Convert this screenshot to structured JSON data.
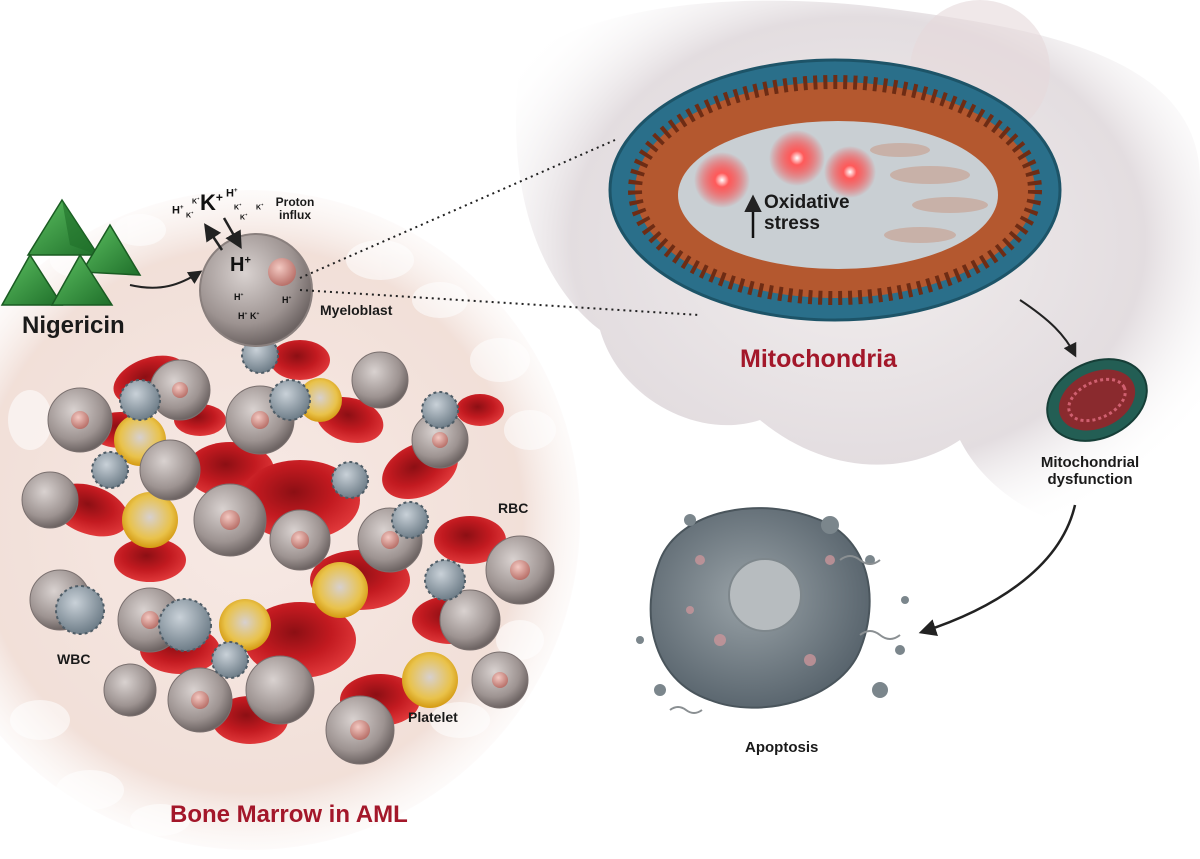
{
  "labels": {
    "nigericin": "Nigericin",
    "proton_influx": "Proton influx",
    "myeloblast": "Myeloblast",
    "mitochondria": "Mitochondria",
    "oxidative_stress": "Oxidative stress",
    "mitochondrial_dysfunction": "Mitochondrial dysfunction",
    "rbc": "RBC",
    "wbc": "WBC",
    "platelet": "Platelet",
    "apoptosis": "Apoptosis",
    "bone_marrow": "Bone Marrow in AML"
  },
  "ions": {
    "k_big": "K+",
    "h_big": "H+",
    "small_h": [
      "H+",
      "H+",
      "H+",
      "H+",
      "H+"
    ],
    "small_k": [
      "K+",
      "K+",
      "K+",
      "K+",
      "K+",
      "K+"
    ]
  },
  "colors": {
    "title_red": "#a3172a",
    "nigericin_green": "#2e8b3a",
    "mito_outer": "#2a6f8a",
    "mito_cristae": "#b4582f",
    "rbc_red": "#c41a1f",
    "platelet_yellow": "#e8b820",
    "ros_glow": "#ff1a1a"
  },
  "icons": [
    "nigericin-pyramid-icon",
    "ros-burst-icon",
    "up-arrow-icon",
    "curved-arrow-icon"
  ]
}
